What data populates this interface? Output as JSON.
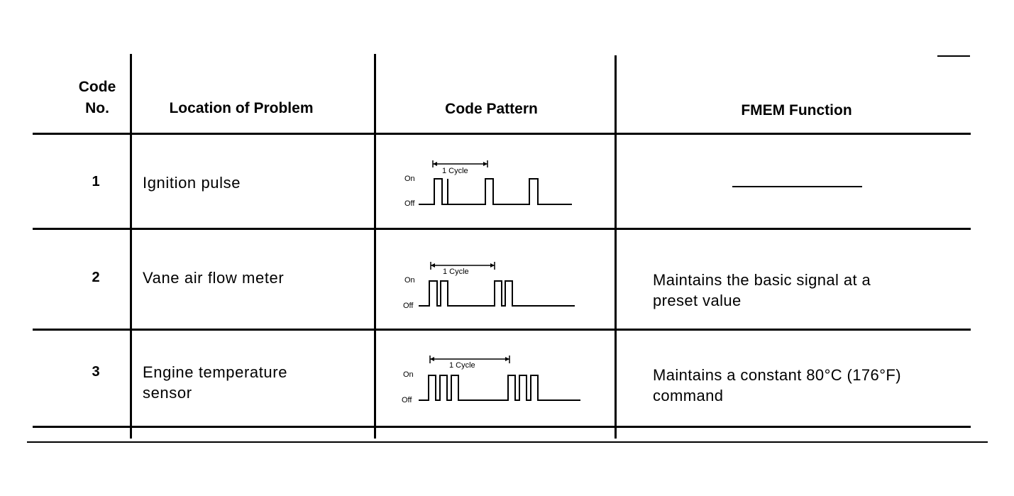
{
  "table": {
    "headers": {
      "code_no": [
        "Code",
        "No."
      ],
      "location": "Location of Problem",
      "pattern": "Code Pattern",
      "fmem": "FMEM Function"
    },
    "rows": [
      {
        "code": "1",
        "location": [
          "Ignition pulse"
        ],
        "pattern": {
          "pulses_per_group": 1,
          "cycle_label": "1 Cycle",
          "on_label": "On",
          "off_label": "Off"
        },
        "fmem": [],
        "fmem_dash": true
      },
      {
        "code": "2",
        "location": [
          "Vane air flow meter"
        ],
        "pattern": {
          "pulses_per_group": 2,
          "cycle_label": "1 Cycle",
          "on_label": "On",
          "off_label": "Off"
        },
        "fmem": [
          "Maintains the basic signal at a",
          "preset value"
        ],
        "fmem_dash": false
      },
      {
        "code": "3",
        "location": [
          "Engine temperature",
          "sensor"
        ],
        "pattern": {
          "pulses_per_group": 3,
          "cycle_label": "1 Cycle",
          "on_label": "On",
          "off_label": "Off"
        },
        "fmem": [
          "Maintains a constant 80°C (176°F)",
          "command"
        ],
        "fmem_dash": false
      }
    ]
  }
}
